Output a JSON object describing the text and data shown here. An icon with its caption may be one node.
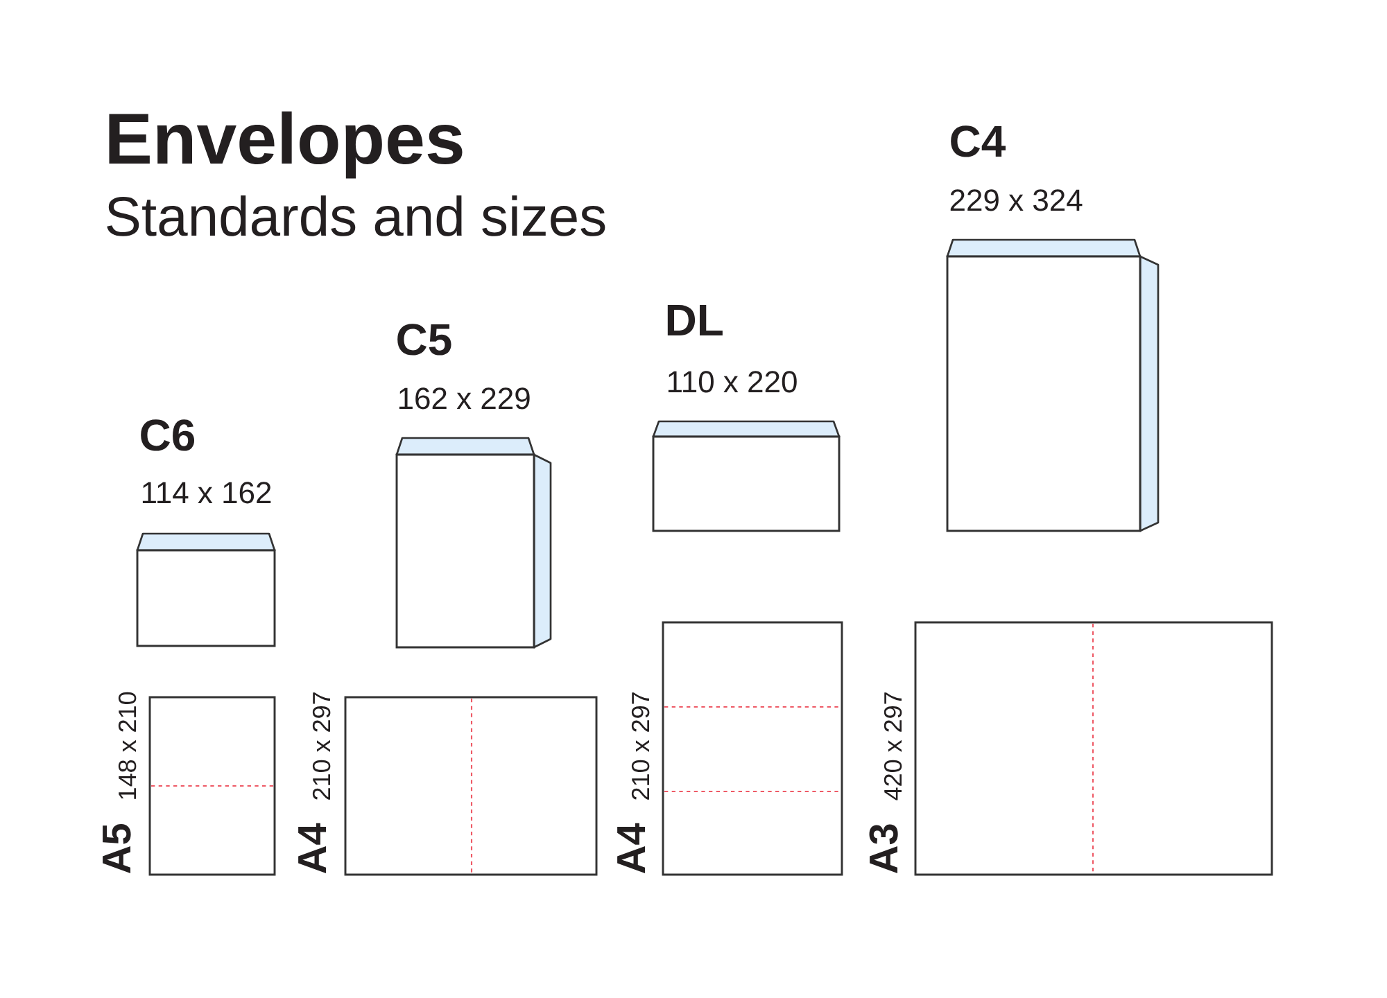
{
  "diagram": {
    "title": "Envelopes",
    "nodes": [
      {
        "text": [
          "C6",
          "114 x 162"
        ]
      },
      {
        "text": [
          "C5",
          "162 x 229"
        ]
      },
      {
        "text": [
          "DL",
          "110 x 220"
        ]
      },
      {
        "text": [
          "C4",
          "229 x 324"
        ]
      },
      {
        "text": [
          "A5",
          "148 x 210"
        ]
      },
      {
        "text": [
          "A4",
          "210 x 297"
        ]
      },
      {
        "text": [
          "A4",
          "210 x 297"
        ]
      },
      {
        "text": [
          "A3",
          "420 x 297"
        ]
      }
    ],
    "labels": [
      "Standards and sizes"
    ]
  }
}
